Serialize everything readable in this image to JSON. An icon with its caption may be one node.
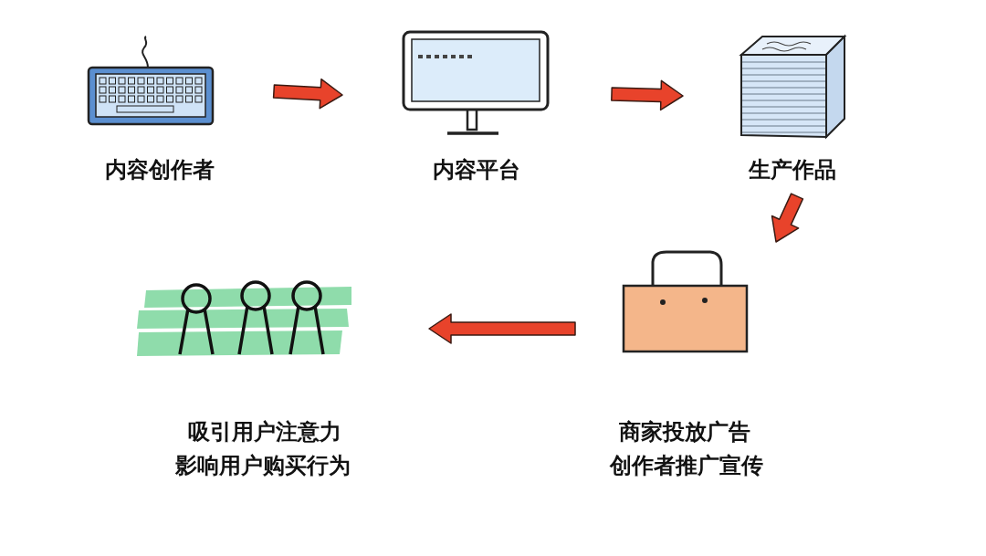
{
  "diagram": {
    "nodes": [
      {
        "text": [
          "内容创作者"
        ]
      },
      {
        "text": [
          "内容平台"
        ]
      },
      {
        "text": [
          "生产作品"
        ]
      },
      {
        "text": [
          "商家投放广告",
          "创作者推广宣传"
        ]
      },
      {
        "text": [
          "吸引用户注意力",
          "影响用户购买行为"
        ]
      }
    ],
    "edges": [
      {
        "from": 0,
        "to": 1,
        "arrow": "to"
      },
      {
        "from": 1,
        "to": 2,
        "arrow": "to"
      },
      {
        "from": 2,
        "to": 3,
        "arrow": "to"
      },
      {
        "from": 3,
        "to": 4,
        "arrow": "to"
      }
    ]
  }
}
